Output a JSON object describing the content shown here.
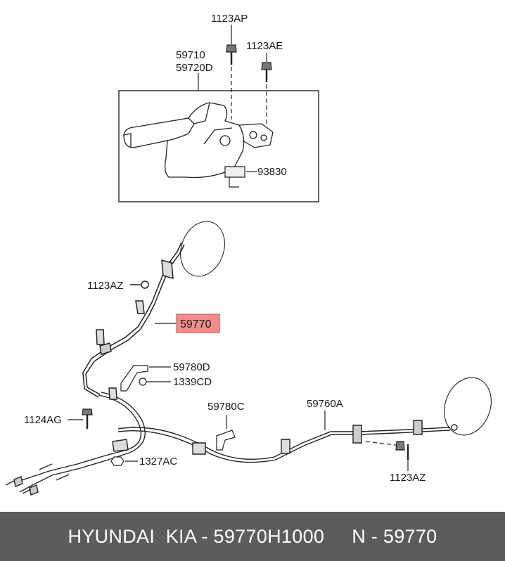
{
  "labels": {
    "p1123AP": "1123AP",
    "p1123AE": "1123AE",
    "p59710": "59710",
    "p59720D": "59720D",
    "p93830": "93830",
    "p1123AZ_top": "1123AZ",
    "p59770": "59770",
    "p59780D": "59780D",
    "p1339CD": "1339CD",
    "p1124AG": "1124AG",
    "p59780C": "59780C",
    "p59760A": "59760A",
    "p1327AC": "1327AC",
    "p1123AZ_bottom": "1123AZ"
  },
  "highlight_color": "#f28b8b",
  "footer": {
    "text": "HYUNDAI  KIA - 59770H1000     N - 59770"
  }
}
